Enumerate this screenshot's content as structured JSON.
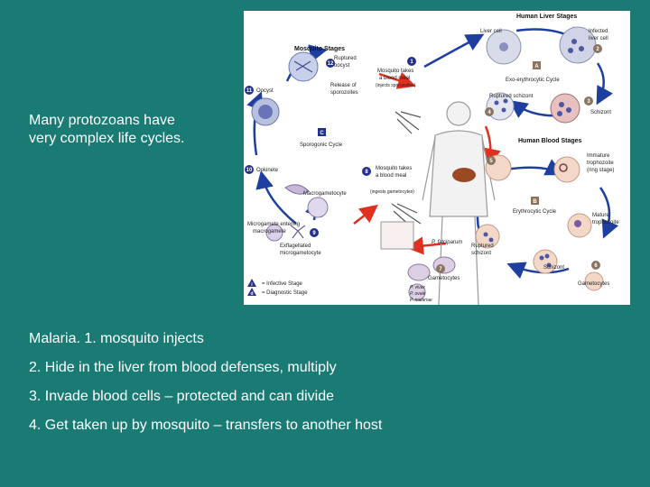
{
  "slide": {
    "intro_lines": [
      "Many protozoans have",
      "very complex life cycles."
    ],
    "notes": [
      "Malaria.  1. mosquito injects",
      "2. Hide in the liver from blood defenses, multiply",
      "3. Invade blood cells – protected and can divide",
      "4. Get taken up by mosquito – transfers to another host"
    ]
  },
  "figure": {
    "human_liver_stages": "Human Liver Stages",
    "mosquito_stages": "Mosquito Stages",
    "human_blood_stages": "Human Blood Stages",
    "liver_cell": "Liver cell",
    "infected_liver_cell": [
      "Infected",
      "liver cell"
    ],
    "ruptured_oocyst": [
      "Ruptured",
      "oocyst"
    ],
    "mosquito_meal_1": [
      "Mosquito takes",
      "a blood meal",
      "(injects sporozoites)"
    ],
    "release_sporozoites": [
      "Release of",
      "sporozoites"
    ],
    "oocyst": "Oocyst",
    "exo_cycle": "Exo-erythrocytic Cycle",
    "ruptured_schizont": "Ruptured schizont",
    "schizont": "Schizont",
    "sporogonic_cycle": "Sporogonic Cycle",
    "ookinete": "Ookinete",
    "mosquito_meal_2": [
      "Mosquito takes",
      "a blood meal",
      "(ingests gametocytes)"
    ],
    "immature_trophozoite": [
      "Immature",
      "trophozoite",
      "(ring stage)"
    ],
    "macrogametocyte": "Macrogametocyte",
    "microgamete_entering": [
      "Microgamete entering",
      "macrogamete"
    ],
    "exflagellated": [
      "Exflagellated",
      "microgametocyte"
    ],
    "erythrocytic_cycle": "Erythrocytic Cycle",
    "mature_trophozoite": [
      "Mature",
      "trophozoite"
    ],
    "p_falciparum": "P. falciparum",
    "ruptured_schizont_2": [
      "Ruptured",
      "schizont"
    ],
    "schizont_2": "Schizont",
    "gametocytes_1": "Gametocytes",
    "gametocytes_2": "Gametocytes",
    "species": [
      "P. vivax",
      "P. ovale",
      "P. malariae"
    ],
    "legend_infective": "= Infective Stage",
    "legend_diagnostic": "= Diagnostic Stage",
    "markers": [
      "1",
      "2",
      "3",
      "4",
      "5",
      "6",
      "7",
      "8",
      "9",
      "10",
      "11",
      "12",
      "A",
      "B",
      "C",
      "i",
      "d"
    ],
    "colors": {
      "background": "#1a7a74",
      "cycle_arrow": "#1f3fa0",
      "transfer_arrow": "#e03020",
      "marker": "#24318a",
      "stage_marker": "#8a7460"
    }
  }
}
